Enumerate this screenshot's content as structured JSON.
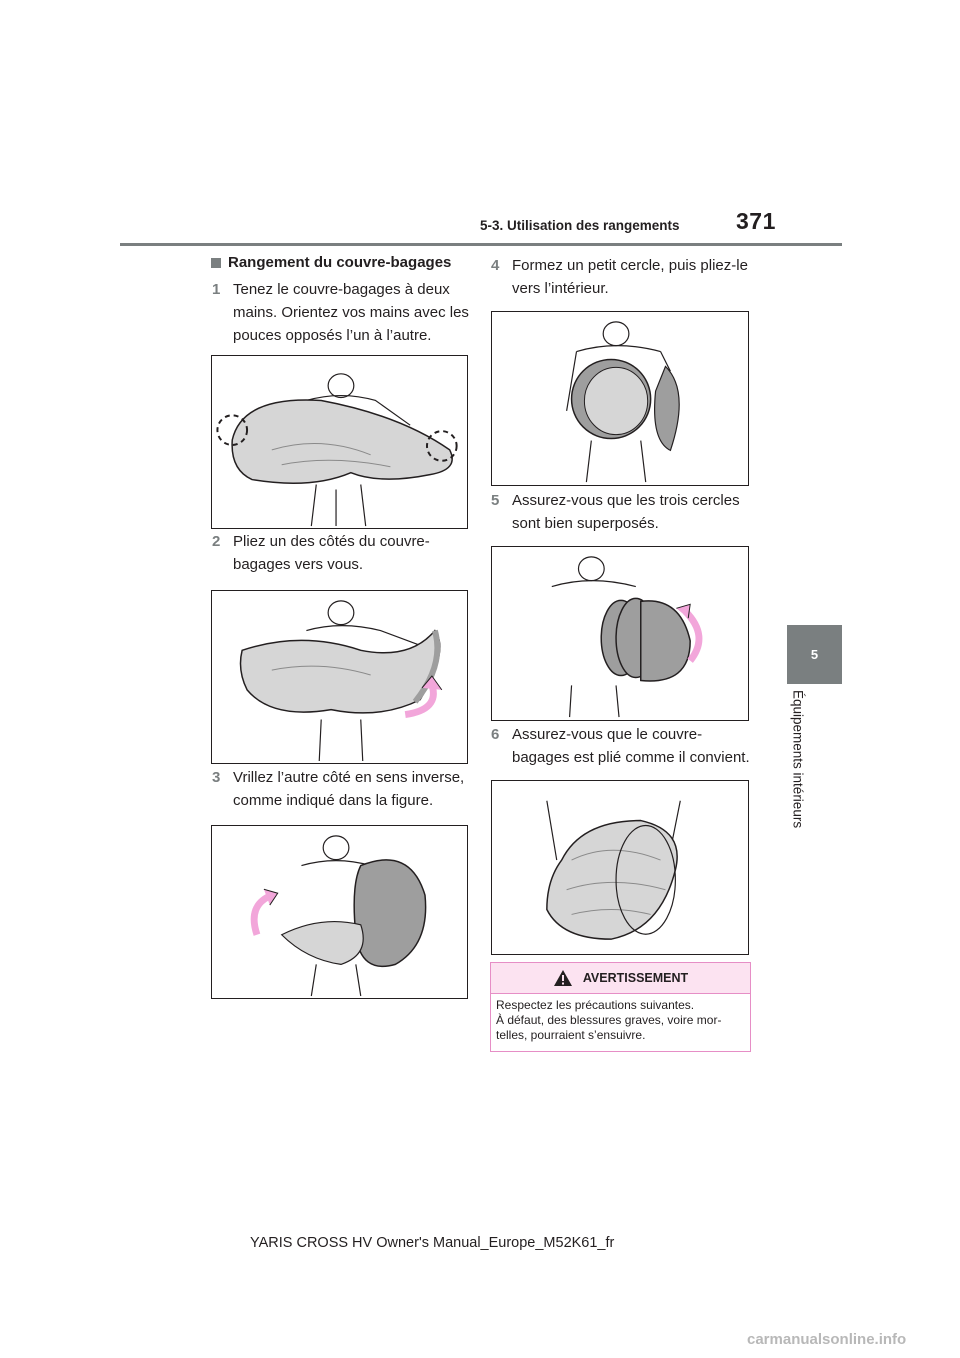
{
  "header": {
    "section": "5-3. Utilisation des rangements",
    "page_number": "371"
  },
  "side_tab": {
    "chapter_number": "5",
    "chapter_title": "Équipements intérieurs"
  },
  "section_heading": "Rangement du couvre-bagages",
  "steps": [
    {
      "number": "1",
      "lines": [
        "Tenez le couvre-bagages à deux",
        "mains. Orientez vos mains avec les",
        "pouces opposés l’un à l’autre."
      ]
    },
    {
      "number": "2",
      "lines": [
        "Pliez un des côtés du couvre-",
        "bagages vers vous."
      ]
    },
    {
      "number": "3",
      "lines": [
        "Vrillez l’autre côté en sens inverse,",
        "comme indiqué dans la figure."
      ]
    },
    {
      "number": "4",
      "lines": [
        "Formez un petit cercle, puis pliez-le",
        "vers l’intérieur."
      ]
    },
    {
      "number": "5",
      "lines": [
        "Assurez-vous que les trois cercles",
        "sont bien superposés."
      ]
    },
    {
      "number": "6",
      "lines": [
        "Assurez-vous que le couvre-",
        "bagages est plié comme il convient."
      ]
    }
  ],
  "warning": {
    "title": "AVERTISSEMENT",
    "lines": [
      "Respectez les précautions suivantes.",
      "À défaut, des blessures graves, voire mor-",
      "telles, pourraient s’ensuivre."
    ]
  },
  "footer": "YARIS CROSS HV Owner's Manual_Europe_M52K61_fr",
  "watermark": "carmanualsonline.info",
  "colors": {
    "accent_gray": "#7a7f80",
    "warning_border": "#e68ec6",
    "warning_fill": "#fce3f1",
    "arrow_pink": "#f2a6da",
    "cover_gray": "#d6d6d6",
    "cover_dark": "#9e9e9e"
  }
}
